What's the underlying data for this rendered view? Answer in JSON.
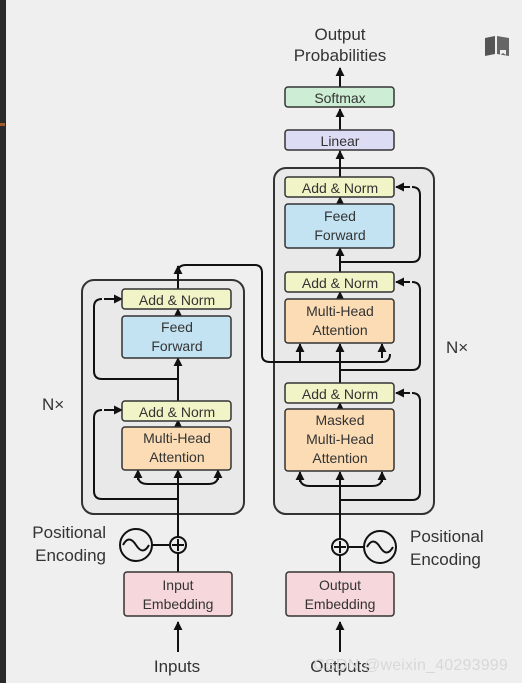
{
  "diagram": {
    "output_title_line1": "Output",
    "output_title_line2": "Probabilities",
    "softmax": "Softmax",
    "linear": "Linear",
    "encoder": {
      "add_norm_top": "Add & Norm",
      "ff_line1": "Feed",
      "ff_line2": "Forward",
      "add_norm_bottom": "Add & Norm",
      "mha_line1": "Multi-Head",
      "mha_line2": "Attention",
      "nx": "N×"
    },
    "decoder": {
      "add_norm_top": "Add & Norm",
      "ff_line1": "Feed",
      "ff_line2": "Forward",
      "add_norm_mid": "Add & Norm",
      "mha_line1": "Multi-Head",
      "mha_line2": "Attention",
      "add_norm_bottom": "Add & Norm",
      "masked_line1": "Masked",
      "masked_line2": "Multi-Head",
      "masked_line3": "Attention",
      "nx": "N×"
    },
    "pe_left_line1": "Positional",
    "pe_left_line2": "Encoding",
    "pe_right_line1": "Positional",
    "pe_right_line2": "Encoding",
    "input_emb_line1": "Input",
    "input_emb_line2": "Embedding",
    "output_emb_line1": "Output",
    "output_emb_line2": "Embedding",
    "inputs": "Inputs",
    "outputs": "Outputs"
  },
  "watermark": "CSDN @weixin_40293999",
  "colors": {
    "background": "#efefef",
    "stack_fill": "#e9e9e9",
    "add_norm": "#f1f4c6",
    "feed_forward": "#c3e3f2",
    "attention": "#fbdcb4",
    "embedding": "#f6d7dc",
    "softmax": "#cdeed5",
    "linear": "#dcdcf4"
  },
  "icons": [
    "book-icon",
    "sine-wave-icon",
    "circle-plus-icon",
    "arrow-icon"
  ]
}
